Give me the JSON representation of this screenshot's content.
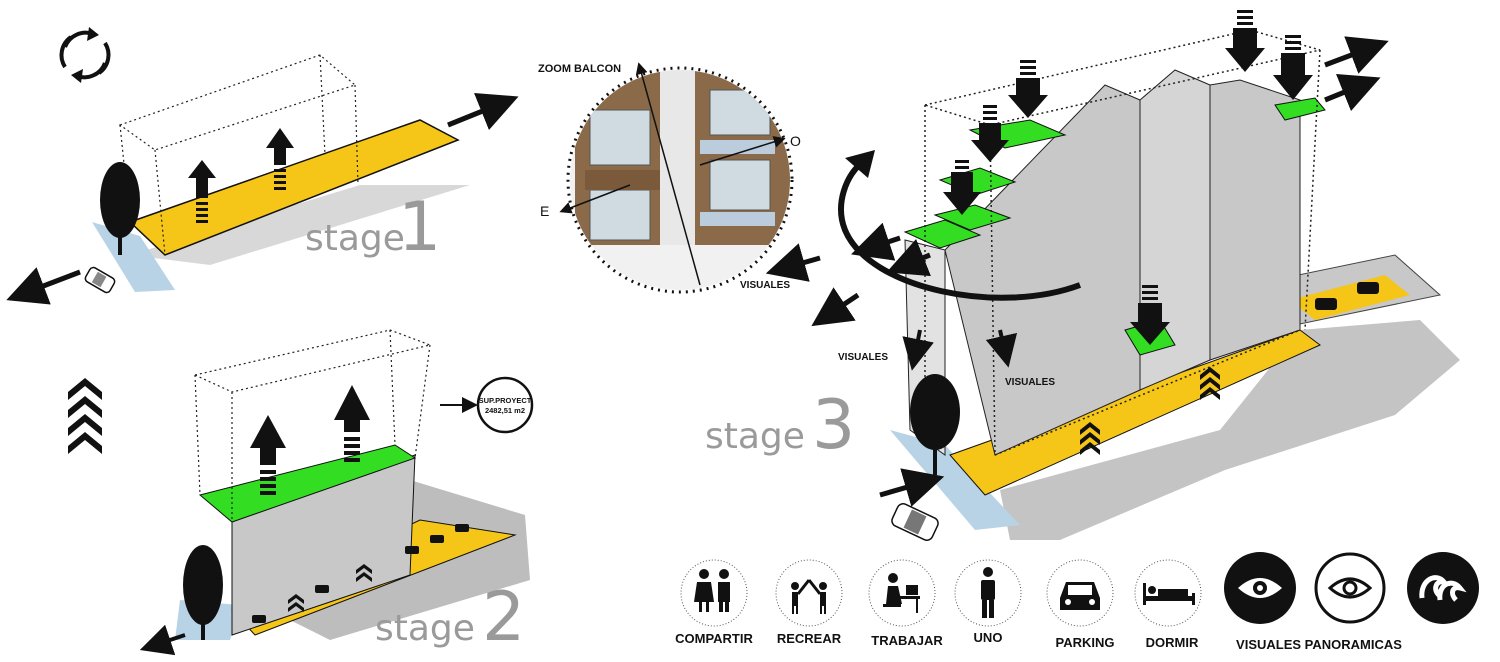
{
  "stages": {
    "stage1": {
      "word": "stage",
      "number": "1"
    },
    "stage2": {
      "word": "stage",
      "number": "2"
    },
    "stage3": {
      "word": "stage",
      "number": "3"
    }
  },
  "annotations": {
    "zoom_balcon": "ZOOM BALCON",
    "east": "E",
    "west": "O",
    "visuales_zoom": "VISUALES",
    "visuales_left": "VISUALES",
    "visuales_center": "VISUALES",
    "sup_line1": "SUP.PROYECT",
    "sup_line2": "2482,51 m2"
  },
  "legend": [
    {
      "icon": "couple-icon",
      "label": "COMPARTIR"
    },
    {
      "icon": "handshake-icon",
      "label": "RECREAR"
    },
    {
      "icon": "desk-worker-icon",
      "label": "TRABAJAR"
    },
    {
      "icon": "person-icon",
      "label": "UNO"
    },
    {
      "icon": "car-icon",
      "label": "PARKING"
    },
    {
      "icon": "bed-icon",
      "label": "DORMIR"
    },
    {
      "icon": "eye-icon",
      "label": "VISUALES PANORAMICAS"
    },
    {
      "icon": "eye-outline-icon",
      "label": ""
    },
    {
      "icon": "wave-icon",
      "label": ""
    }
  ],
  "colors": {
    "yellow": "#f5c518",
    "dark_yellow": "#d9a520",
    "green": "#33dd22",
    "gray": "#c8c8c8",
    "shadow": "#bdbdbd"
  }
}
